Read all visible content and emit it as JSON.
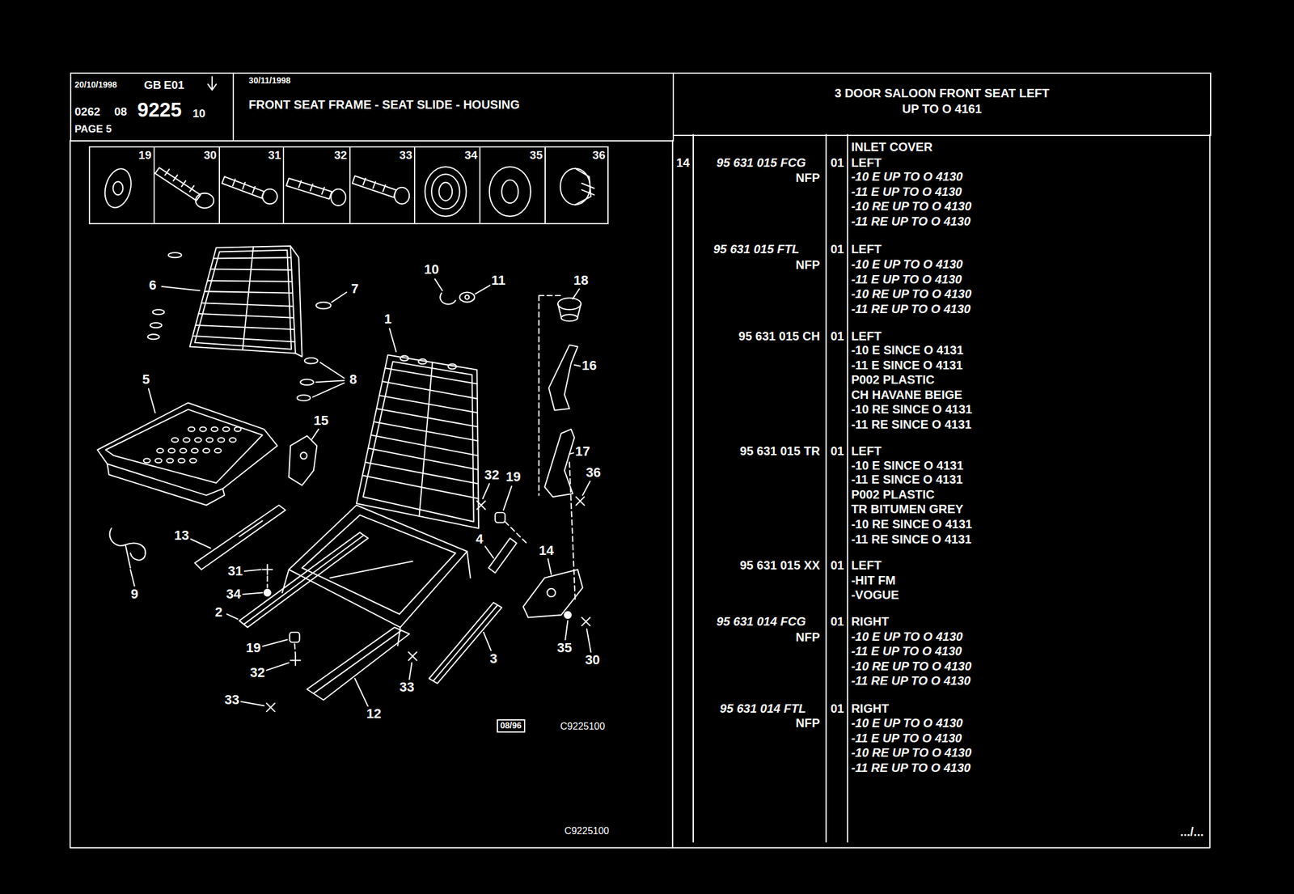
{
  "diagram": {
    "nodes": [
      {
        "text": [
          "20/10/1998",
          "GB",
          "E01",
          "0262",
          "08",
          "9225",
          "10",
          "PAGE 5"
        ]
      },
      {
        "text": [
          "30/11/1998",
          "FRONT SEAT FRAME - SEAT SLIDE - HOUSING"
        ]
      },
      {
        "text": [
          "3 DOOR SALOON FRONT SEAT LEFT",
          "UP TO O 4161"
        ]
      },
      {
        "text": [
          "19"
        ]
      },
      {
        "text": [
          "30"
        ]
      },
      {
        "text": [
          "31"
        ]
      },
      {
        "text": [
          "32"
        ]
      },
      {
        "text": [
          "33"
        ]
      },
      {
        "text": [
          "34"
        ]
      },
      {
        "text": [
          "35"
        ]
      },
      {
        "text": [
          "36"
        ]
      },
      {
        "text": [
          "08/96"
        ]
      }
    ],
    "labels": [
      "6",
      "7",
      "10",
      "11",
      "18",
      "1",
      "16",
      "8",
      "5",
      "15",
      "17",
      "32",
      "19",
      "36",
      "4",
      "14",
      "13",
      "9",
      "31",
      "34",
      "2",
      "19",
      "3",
      "35",
      "30",
      "32",
      "33",
      "33",
      "12",
      "C9225100",
      "C9225100",
      "INLET COVER",
      "14",
      "95 631 015 FCG",
      "01",
      "LEFT",
      "NFP",
      "-10 E UP TO O 4130",
      "-11 E UP TO O 4130",
      "-10 RE UP TO O 4130",
      "-11 RE UP TO O 4130",
      "95 631 015 FTL",
      "01",
      "LEFT",
      "NFP",
      "-10 E UP TO O 4130",
      "-11 E UP TO O 4130",
      "-10 RE UP TO O 4130",
      "-11 RE UP TO O 4130",
      "95 631 015 CH",
      "01",
      "LEFT",
      "-10 E SINCE O 4131",
      "-11 E SINCE O 4131",
      "P002 PLASTIC",
      "CH HAVANE BEIGE",
      "-10 RE SINCE O 4131",
      "-11 RE SINCE O 4131",
      "95 631 015 TR",
      "01",
      "LEFT",
      "-10 E SINCE O 4131",
      "-11 E SINCE O 4131",
      "P002 PLASTIC",
      "TR BITUMEN GREY",
      "-10 RE SINCE O 4131",
      "-11 RE SINCE O 4131",
      "95 631 015 XX",
      "01",
      "LEFT",
      "-HIT FM",
      "-VOGUE",
      "95 631 014 FCG",
      "01",
      "RIGHT",
      "NFP",
      "-10 E UP TO O 4130",
      "-11 E UP TO O 4130",
      "-10 RE UP TO O 4130",
      "-11 RE UP TO O 4130",
      "95 631 014 FTL",
      "01",
      "RIGHT",
      "NFP",
      "-10 E UP TO O 4130",
      "-11 E UP TO O 4130",
      "-10 RE UP TO O 4130",
      "-11 RE UP TO O 4130",
      ".../..."
    ]
  }
}
